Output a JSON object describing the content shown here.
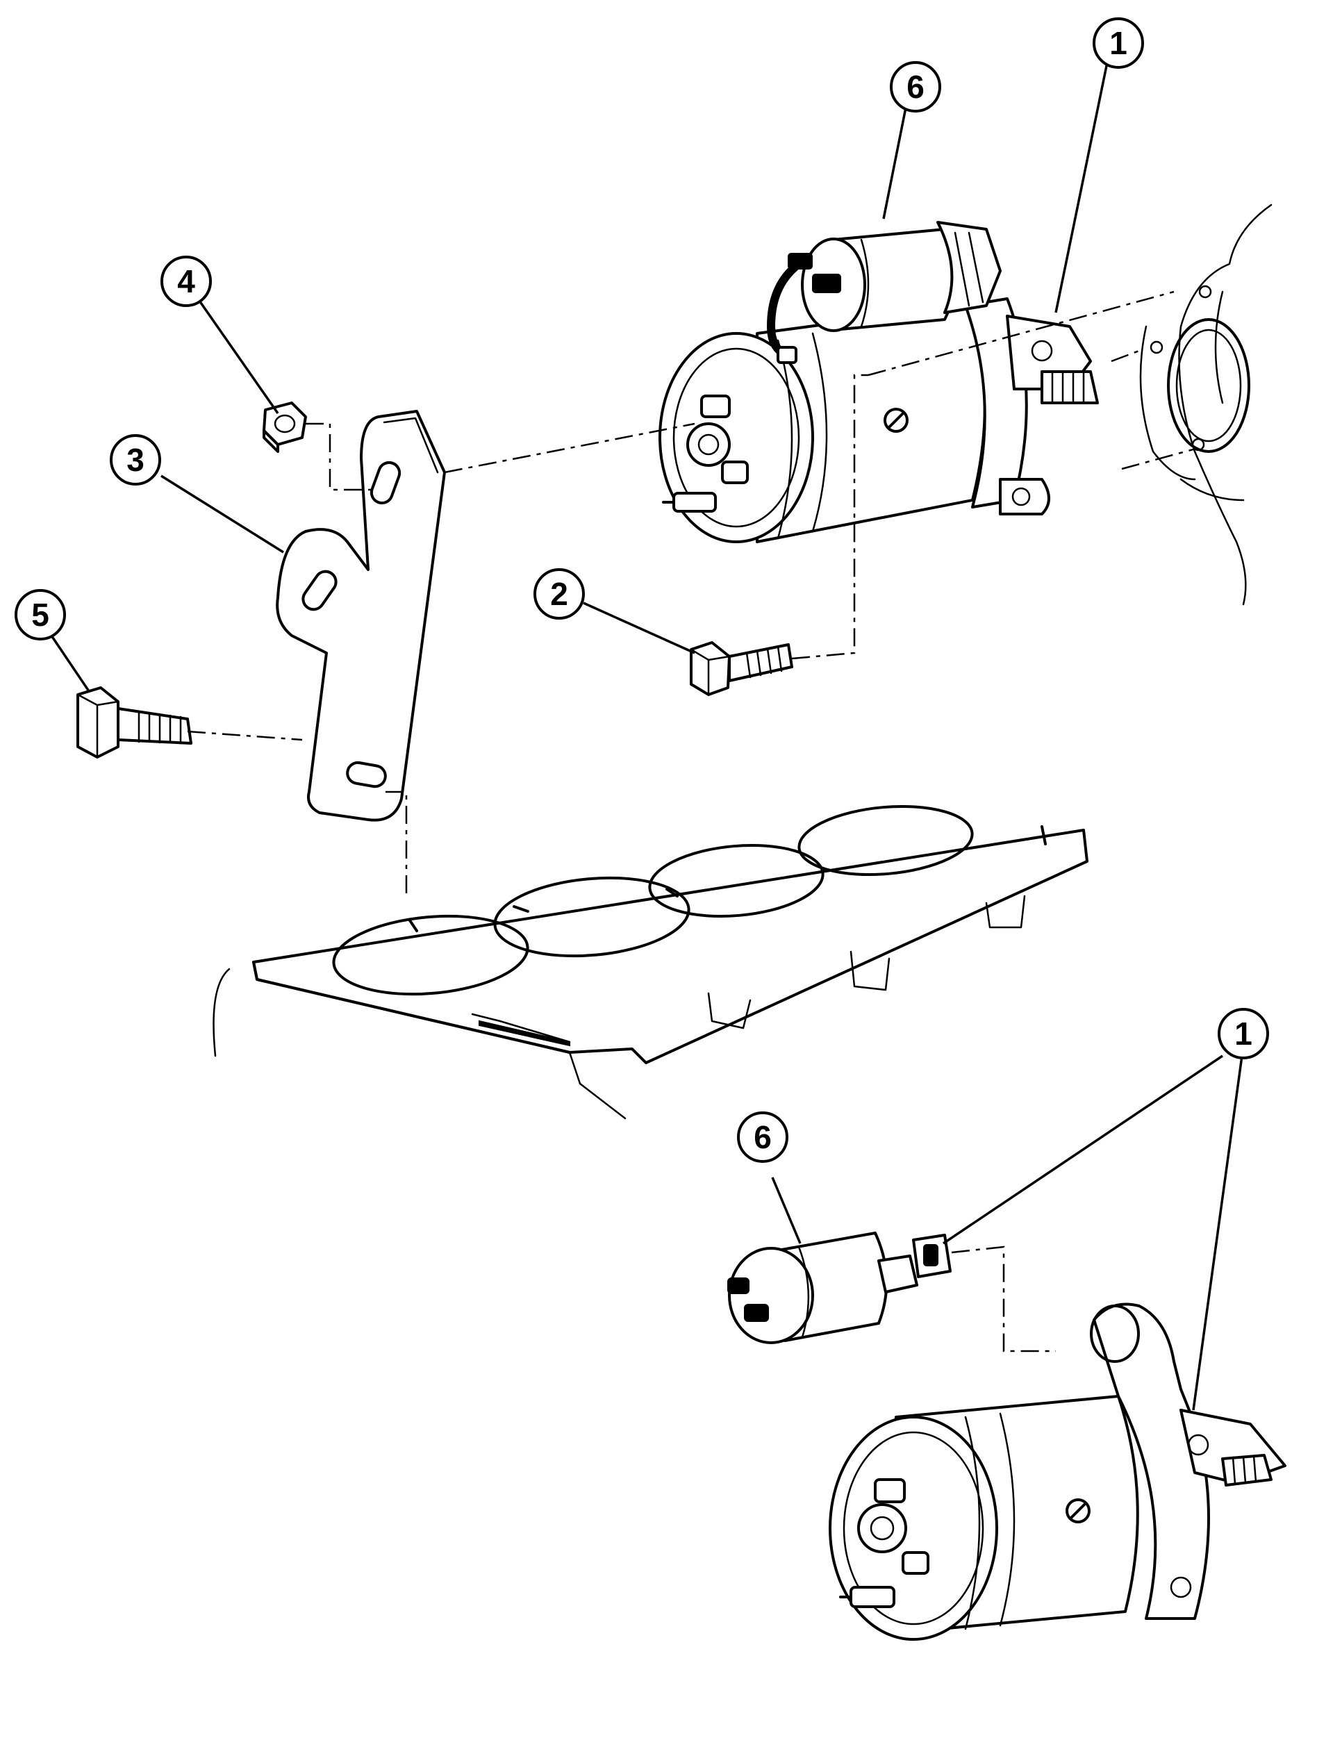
{
  "diagram": {
    "callouts": [
      {
        "id": "c1-upper",
        "label": "1"
      },
      {
        "id": "c6-upper",
        "label": "6"
      },
      {
        "id": "c4",
        "label": "4"
      },
      {
        "id": "c3",
        "label": "3"
      },
      {
        "id": "c5",
        "label": "5"
      },
      {
        "id": "c2",
        "label": "2"
      },
      {
        "id": "c1-lower",
        "label": "1"
      },
      {
        "id": "c6-lower",
        "label": "6"
      }
    ],
    "parts": [
      "starter-motor-upper",
      "solenoid-upper",
      "mounting-bracket",
      "bracket-nut",
      "bracket-bolt",
      "starter-bolt",
      "cylinder-head-gasket",
      "transmission-housing",
      "solenoid-lower",
      "starter-motor-lower"
    ]
  }
}
